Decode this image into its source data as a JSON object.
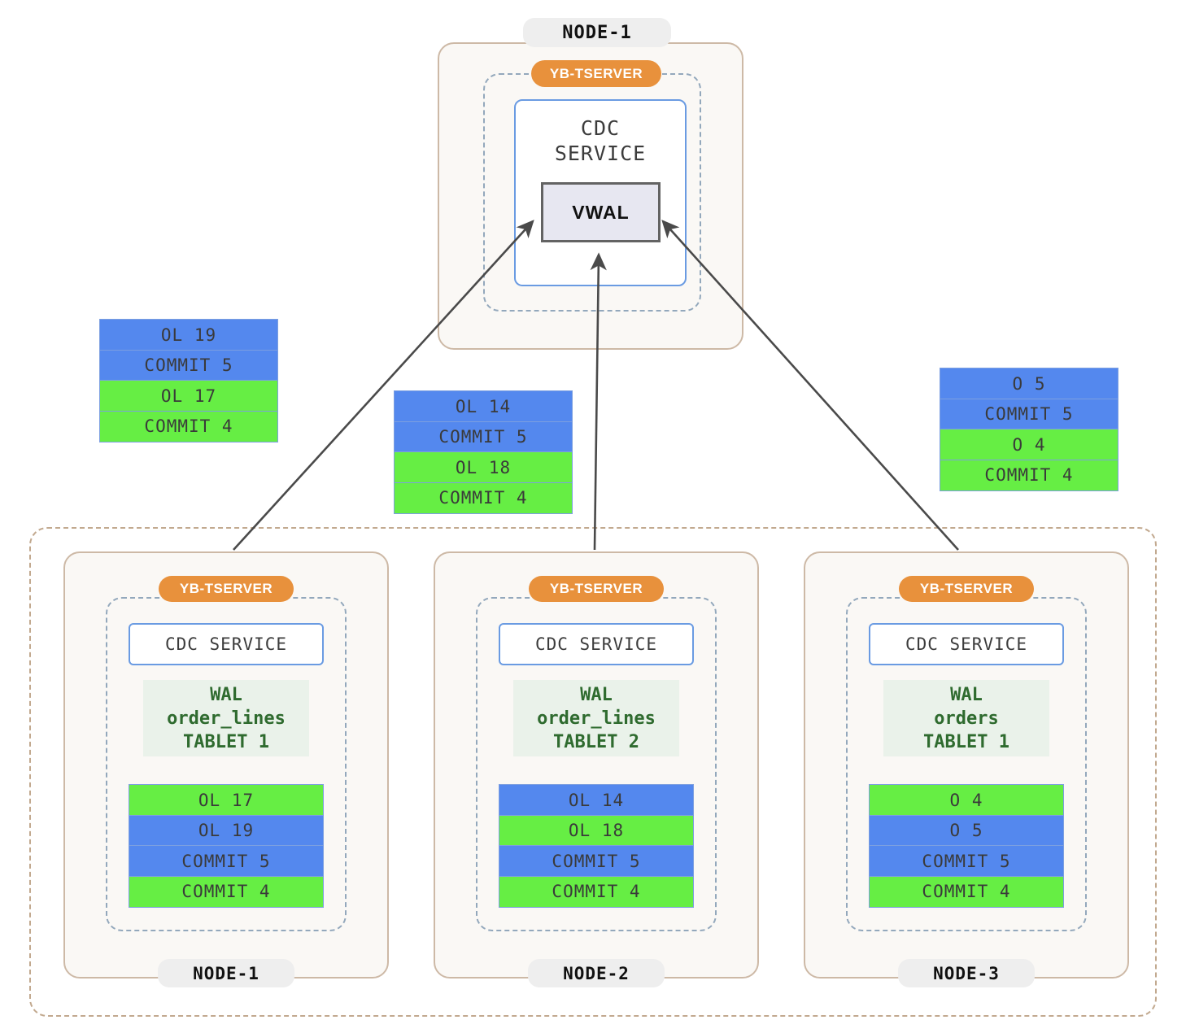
{
  "diagram": {
    "title": "YugabyteDB CDC VWAL aggregation across nodes",
    "colors": {
      "blue_record": "#5488ee",
      "green_record": "#66ee44",
      "tserver_pill": "#e8913c",
      "node_pill": "#eeeeee",
      "node_border": "#cdb9a6",
      "dashed_border": "#93a8bc",
      "cdc_border": "#6a9be2",
      "wal_text": "#2f6b2f",
      "wal_bg": "#eaf2ea",
      "vwal_bg": "#e7e7f1",
      "vwal_border": "#636363",
      "arrow": "#3c3c3c",
      "cluster_border": "#c2a98f"
    }
  },
  "top_node": {
    "node_label": "NODE-1",
    "tserver_label": "YB-TSERVER",
    "cdc_service_label": "CDC\nSERVICE",
    "vwal_label": "VWAL"
  },
  "floating_stacks": [
    {
      "id": "stack-left",
      "records": [
        {
          "label": "OL 19",
          "color": "blue"
        },
        {
          "label": "COMMIT 5",
          "color": "blue"
        },
        {
          "label": "OL 17",
          "color": "green"
        },
        {
          "label": "COMMIT 4",
          "color": "green"
        }
      ]
    },
    {
      "id": "stack-middle",
      "records": [
        {
          "label": "OL 14",
          "color": "blue"
        },
        {
          "label": "COMMIT 5",
          "color": "blue"
        },
        {
          "label": "OL 18",
          "color": "green"
        },
        {
          "label": "COMMIT 4",
          "color": "green"
        }
      ]
    },
    {
      "id": "stack-right",
      "records": [
        {
          "label": "O 5",
          "color": "blue"
        },
        {
          "label": "COMMIT 5",
          "color": "blue"
        },
        {
          "label": "O 4",
          "color": "green"
        },
        {
          "label": "COMMIT 4",
          "color": "green"
        }
      ]
    }
  ],
  "bottom_nodes": [
    {
      "node_label": "NODE-1",
      "tserver_label": "YB-TSERVER",
      "cdc_service_label": "CDC SERVICE",
      "wal_label": "WAL\norder_lines\nTABLET 1",
      "records": [
        {
          "label": "OL 17",
          "color": "green"
        },
        {
          "label": "OL 19",
          "color": "blue"
        },
        {
          "label": "COMMIT 5",
          "color": "blue"
        },
        {
          "label": "COMMIT 4",
          "color": "green"
        }
      ]
    },
    {
      "node_label": "NODE-2",
      "tserver_label": "YB-TSERVER",
      "cdc_service_label": "CDC SERVICE",
      "wal_label": "WAL\norder_lines\nTABLET 2",
      "records": [
        {
          "label": "OL 14",
          "color": "blue"
        },
        {
          "label": "OL 18",
          "color": "green"
        },
        {
          "label": "COMMIT 5",
          "color": "blue"
        },
        {
          "label": "COMMIT 4",
          "color": "green"
        }
      ]
    },
    {
      "node_label": "NODE-3",
      "tserver_label": "YB-TSERVER",
      "cdc_service_label": "CDC SERVICE",
      "wal_label": "WAL\norders\nTABLET 1",
      "records": [
        {
          "label": "O 4",
          "color": "green"
        },
        {
          "label": "O 5",
          "color": "blue"
        },
        {
          "label": "COMMIT 5",
          "color": "blue"
        },
        {
          "label": "COMMIT 4",
          "color": "green"
        }
      ]
    }
  ],
  "arrows": [
    {
      "name": "arrow-node1-to-vwal",
      "from": "NODE-1",
      "to": "VWAL"
    },
    {
      "name": "arrow-node2-to-vwal",
      "from": "NODE-2",
      "to": "VWAL"
    },
    {
      "name": "arrow-node3-to-vwal",
      "from": "NODE-3",
      "to": "VWAL"
    }
  ]
}
